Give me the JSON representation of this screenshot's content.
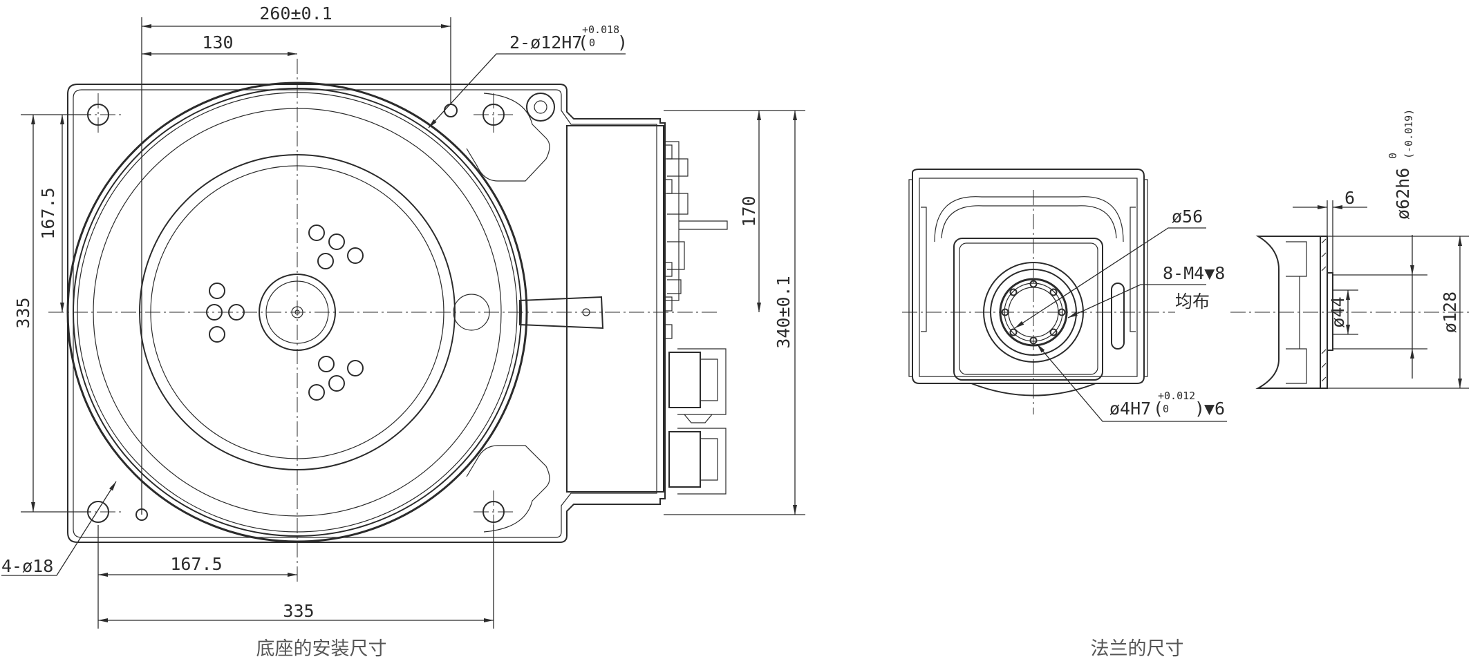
{
  "left_view": {
    "caption": "底座的安装尺寸",
    "dims": {
      "top_260": "260±0.1",
      "top_130": "130",
      "hole_2": "2-ø12H7",
      "hole_2_tol_upper": "+0.018",
      "hole_2_tol_lower": "0",
      "left_167": "167.5",
      "left_335": "335",
      "right_170": "170",
      "right_340": "340±0.1",
      "bottom_167": "167.5",
      "bottom_335": "335",
      "hole_4": "4-ø18"
    }
  },
  "right_view": {
    "caption": "法兰的尺寸",
    "dims": {
      "d56": "ø56",
      "thread": "8-M4▼8",
      "even": "均布",
      "pin": "ø4H7",
      "pin_tol_upper": "+0.012",
      "pin_tol_lower": "0",
      "pin_depth": "▼6",
      "d62": "ø62h6",
      "d62_tol": "(-0.019)",
      "d62_tol_zero": "0",
      "six": "6",
      "d44": "ø44",
      "d128": "ø128"
    }
  }
}
